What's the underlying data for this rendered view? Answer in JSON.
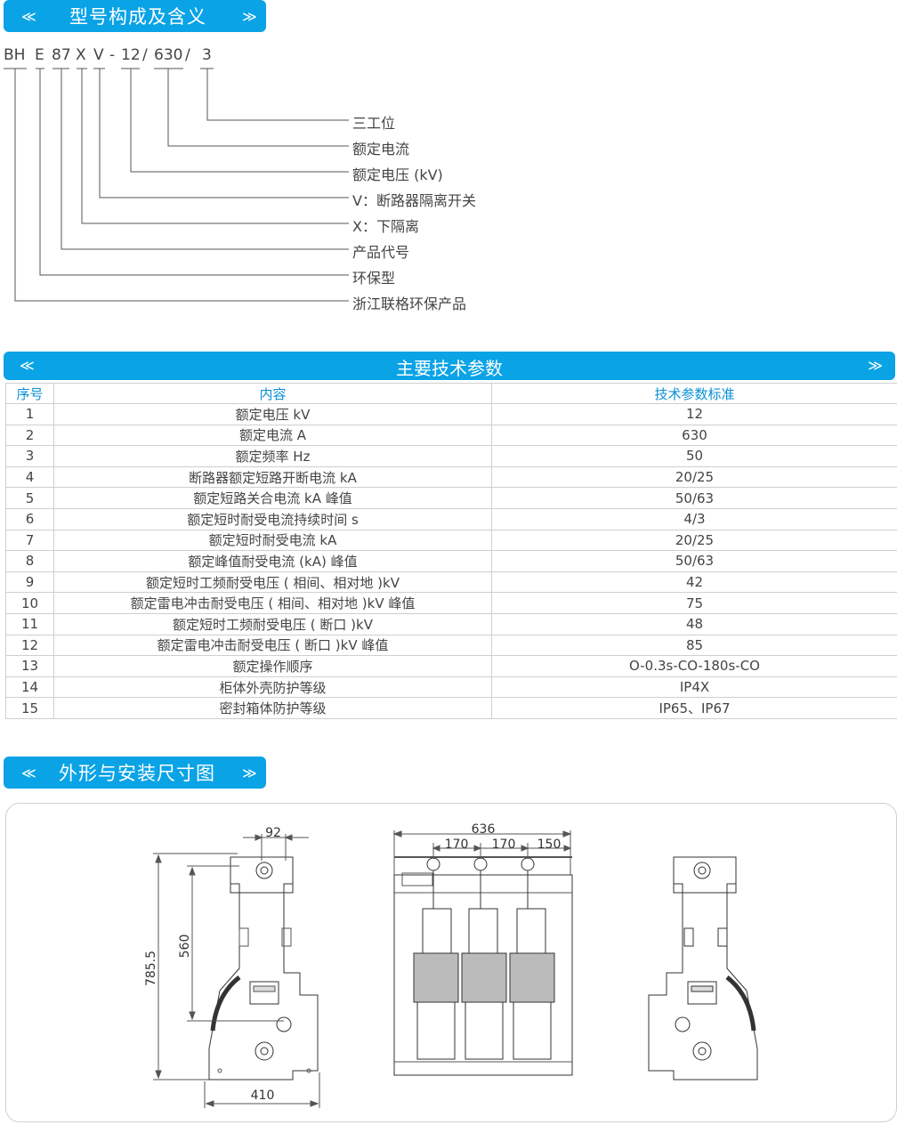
{
  "section1": {
    "title": "型号构成及含义",
    "chev_left": "≪",
    "chev_right": "≫"
  },
  "model_code": {
    "parts": [
      "BH",
      "E",
      "87",
      "X",
      "V",
      "-",
      "12",
      "/",
      "630",
      "/",
      "3"
    ],
    "meanings": [
      "三工位",
      "额定电流",
      "额定电压 (kV)",
      "V：断路器隔离开关",
      "X：下隔离",
      "产品代号",
      "环保型",
      "浙江联格环保产品"
    ]
  },
  "section2": {
    "title": "主要技术参数",
    "chev_left": "≪",
    "chev_right": "≫"
  },
  "table": {
    "headers": [
      "序号",
      "内容",
      "技术参数标准"
    ],
    "rows": [
      [
        "1",
        "额定电压 kV",
        "12"
      ],
      [
        "2",
        "额定电流 A",
        "630"
      ],
      [
        "3",
        "额定频率 Hz",
        "50"
      ],
      [
        "4",
        "断路器额定短路开断电流 kA",
        "20/25"
      ],
      [
        "5",
        "额定短路关合电流 kA 峰值",
        "50/63"
      ],
      [
        "6",
        "额定短时耐受电流持续时间 s",
        "4/3"
      ],
      [
        "7",
        "额定短时耐受电流 kA",
        "20/25"
      ],
      [
        "8",
        "额定峰值耐受电流 (kA) 峰值",
        "50/63"
      ],
      [
        "9",
        "额定短时工频耐受电压 ( 相间、相对地 )kV",
        "42"
      ],
      [
        "10",
        "额定雷电冲击耐受电压 ( 相间、相对地 )kV 峰值",
        "75"
      ],
      [
        "11",
        "额定短时工频耐受电压 ( 断口 )kV",
        "48"
      ],
      [
        "12",
        "额定雷电冲击耐受电压 ( 断口 )kV 峰值",
        "85"
      ],
      [
        "13",
        "额定操作顺序",
        "O-0.3s-CO-180s-CO"
      ],
      [
        "14",
        "柜体外壳防护等级",
        "IP4X"
      ],
      [
        "15",
        "密封箱体防护等级",
        "IP65、IP67"
      ]
    ]
  },
  "section3": {
    "title": "外形与安装尺寸图",
    "chev_left": "≪",
    "chev_right": "≫"
  },
  "dimensions": {
    "side_width_top": "92",
    "side_height_total": "785.5",
    "side_height_inner": "560",
    "side_width_bottom": "410",
    "front_width": "636",
    "front_pitch_1": "170",
    "front_pitch_2": "170",
    "front_pitch_3": "150"
  },
  "colors": {
    "accent": "#0aa3e6",
    "header_text": "#0a8fd6",
    "line": "#555555"
  }
}
